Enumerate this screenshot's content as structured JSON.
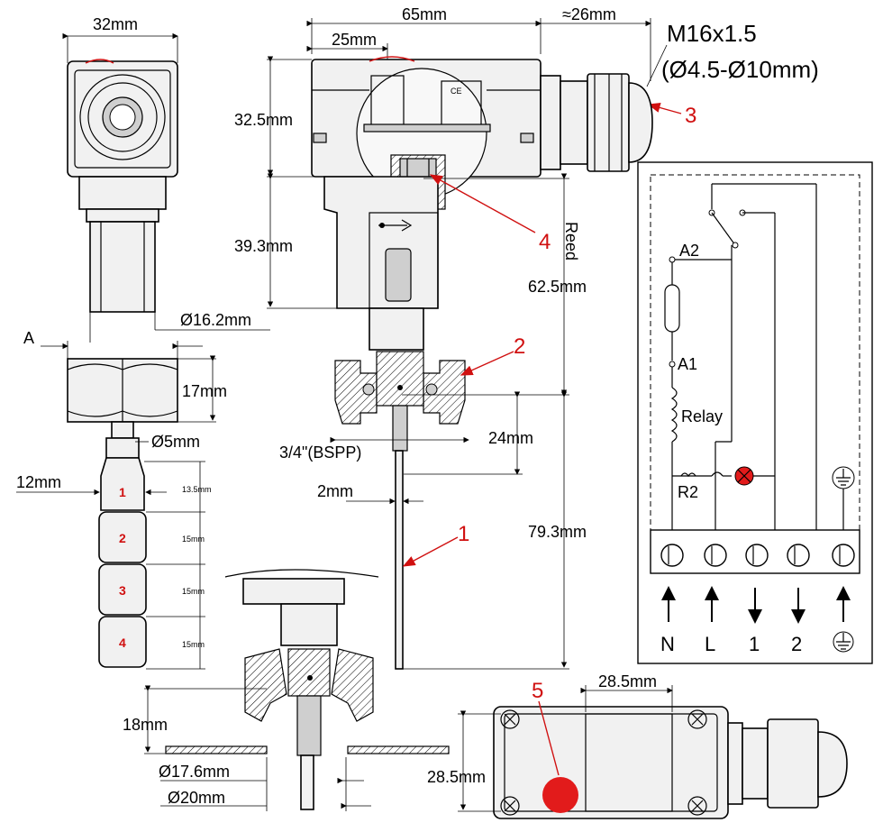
{
  "dimensions": {
    "top_width": "32mm",
    "body_length": "65mm",
    "gland_length": "≈26mm",
    "thread_spec": "M16x1.5",
    "cable_range": "(Ø4.5-Ø10mm)",
    "offset_25": "25mm",
    "height_32_5": "32.5mm",
    "height_39_3": "39.3mm",
    "reed_label": "Reed",
    "reed_length": "62.5mm",
    "dia_16_2": "Ø16.2mm",
    "label_A": "A",
    "hex_17": "17mm",
    "dia_5": "Ø5mm",
    "float_12": "12mm",
    "seg_13_5": "13.5mm",
    "seg_15a": "15mm",
    "seg_15b": "15mm",
    "seg_15c": "15mm",
    "thread_bspp": "3/4\"(BSPP)",
    "depth_24": "24mm",
    "paddle_2": "2mm",
    "paddle_79_3": "79.3mm",
    "flange_18": "18mm",
    "dia_17_6": "Ø17.6mm",
    "dia_20": "Ø20mm",
    "width_28_5": "28.5mm",
    "height_28_5": "28.5mm"
  },
  "segments": [
    "1",
    "2",
    "3",
    "4"
  ],
  "callouts": [
    "1",
    "2",
    "3",
    "4",
    "5"
  ],
  "schematic": {
    "a2": "A2",
    "a1": "A1",
    "relay": "Relay",
    "r2": "R2",
    "terminals": [
      "N",
      "L",
      "1",
      "2"
    ]
  },
  "colors": {
    "callout_red": "#d01010",
    "led_red": "#e21b1b"
  }
}
